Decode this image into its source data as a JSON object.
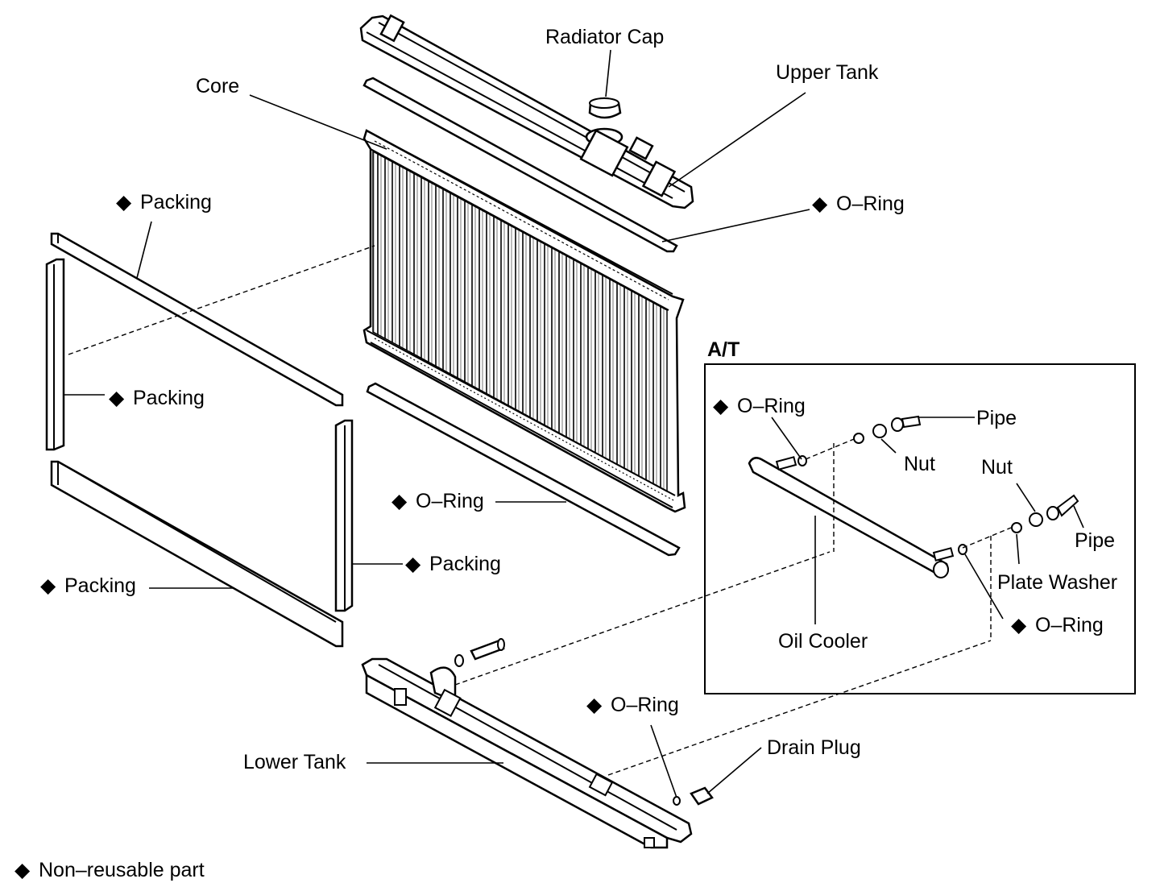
{
  "labels": {
    "radiator_cap": "Radiator Cap",
    "upper_tank": "Upper Tank",
    "core": "Core",
    "packing_top": "Packing",
    "packing_left": "Packing",
    "packing_right": "Packing",
    "packing_bottom": "Packing",
    "oring_upper": "O–Ring",
    "oring_lower": "O–Ring",
    "oring_drain": "O–Ring",
    "lower_tank": "Lower Tank",
    "drain_plug": "Drain Plug",
    "legend": "Non–reusable part"
  },
  "at_box": {
    "title": "A/T",
    "oring_left": "O–Ring",
    "pipe_top": "Pipe",
    "nut_top": "Nut",
    "nut_right": "Nut",
    "pipe_right": "Pipe",
    "plate_washer": "Plate Washer",
    "oring_right": "O–Ring",
    "oil_cooler": "Oil Cooler"
  },
  "marker": "◆"
}
